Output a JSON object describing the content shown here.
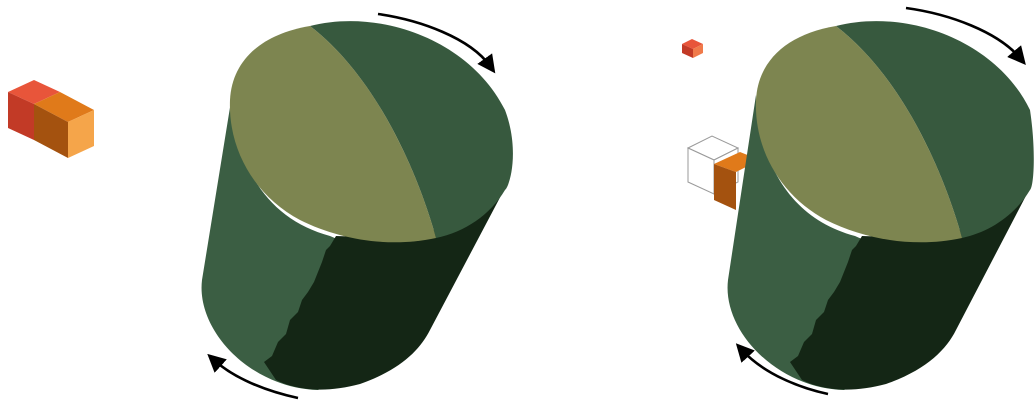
{
  "colors": {
    "background": "#ffffff",
    "drum_top_light": "#7d8550",
    "drum_top_dark": "#37593e",
    "drum_side_light": "#3b5e43",
    "drum_side_dark": "#142615",
    "arrow": "#000000",
    "cube_red_top": "#e8553a",
    "cube_red_side": "#c23a26",
    "cube_orange_top": "#e07a1a",
    "cube_orange_side": "#a4520f",
    "cube_orange_face": "#f5a54a",
    "outline_cube": "#9a9a9a"
  },
  "panels": [
    {
      "name": "left-panel",
      "drum": "rotating-drum",
      "rotation": "clockwise",
      "objects": [
        "red-orange-block"
      ]
    },
    {
      "name": "right-panel",
      "drum": "rotating-drum",
      "rotation": "clockwise",
      "objects": [
        "small-red-cube",
        "empty-outline-cube",
        "orange-cube"
      ]
    }
  ]
}
